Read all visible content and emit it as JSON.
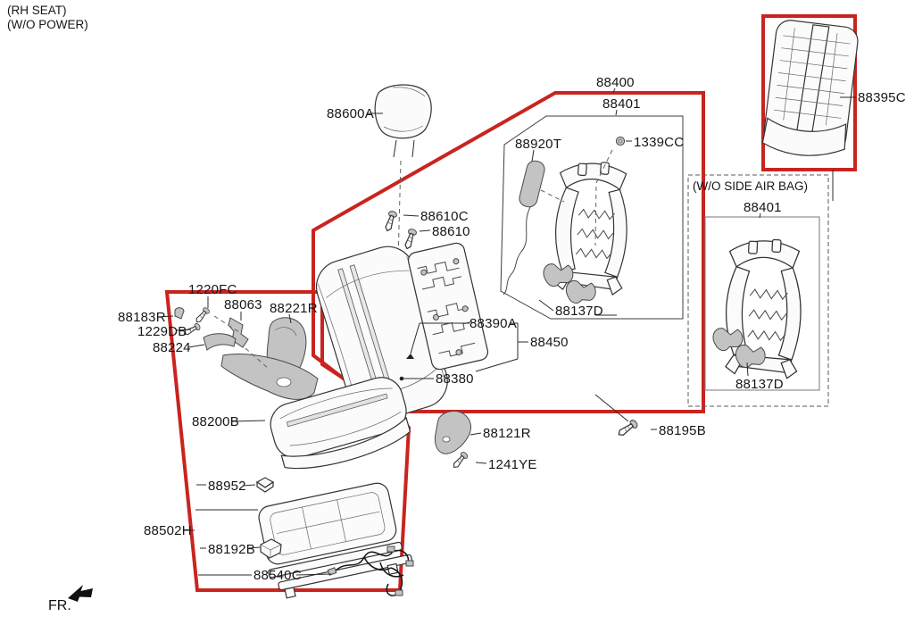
{
  "page": {
    "corner_note_line1": "(RH SEAT)",
    "corner_note_line2": "(W/O POWER)",
    "direction_label": "FR."
  },
  "colors": {
    "highlight_red": "#c9241f",
    "line_black": "#2b2b2b",
    "background": "#ffffff"
  },
  "groups": {
    "wo_side_airbag_title": "(W/O SIDE AIR BAG)"
  },
  "labels": {
    "p88600A": "88600A",
    "p88400": "88400",
    "p88401": "88401",
    "p88401_alt": "88401",
    "p88920T": "88920T",
    "p1339CC": "1339CC",
    "p88610C": "88610C",
    "p88610": "88610",
    "p88395C": "88395C",
    "p88390A": "88390A",
    "p88450": "88450",
    "p88380": "88380",
    "p88137D": "88137D",
    "p88137D_alt": "88137D",
    "p1220FC": "1220FC",
    "p88063": "88063",
    "p88221R": "88221R",
    "p88183R": "88183R",
    "p1229DB": "1229DB",
    "p88224": "88224",
    "p88200B": "88200B",
    "p88952": "88952",
    "p88502H": "88502H",
    "p88192B": "88192B",
    "p88540C": "88540C",
    "p88121R": "88121R",
    "p1241YE": "1241YE",
    "p88195B": "88195B"
  }
}
